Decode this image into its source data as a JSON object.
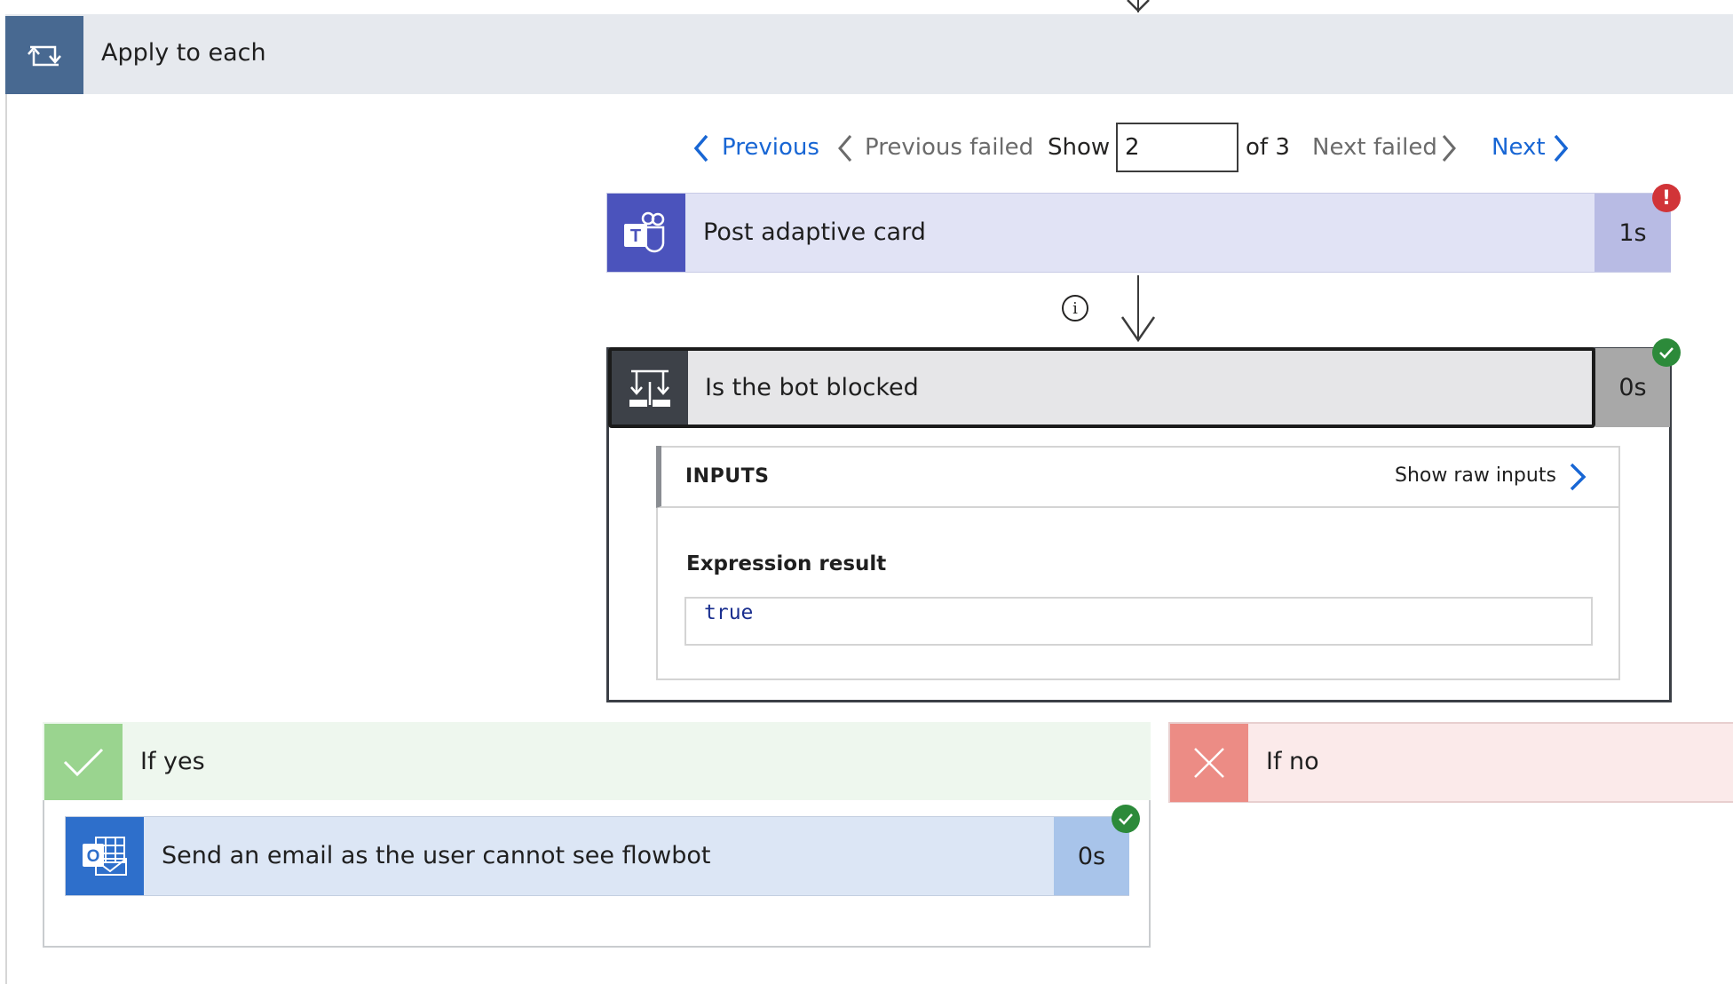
{
  "apply_to_each": {
    "title": "Apply to each",
    "icon": "loop-icon",
    "accent": "#486991"
  },
  "pager": {
    "previous": "Previous",
    "previous_failed": "Previous failed",
    "show": "Show",
    "current": "2",
    "of_total": "of 3",
    "next_failed": "Next failed",
    "next": "Next"
  },
  "post_card": {
    "title": "Post adaptive card",
    "duration": "1s",
    "icon": "teams-icon",
    "status": "failed",
    "accent": "#4b53bc"
  },
  "connector_info": "i",
  "condition": {
    "title": "Is the bot blocked",
    "duration": "0s",
    "icon": "condition-icon",
    "status": "succeeded",
    "inputs_label": "INPUTS",
    "show_raw": "Show raw inputs",
    "expression_label": "Expression result",
    "expression_value": "true"
  },
  "if_yes": {
    "title": "If yes",
    "icon": "check-icon",
    "action": {
      "title": "Send an email as the user cannot see flowbot",
      "duration": "0s",
      "icon": "outlook-icon",
      "status": "succeeded"
    }
  },
  "if_no": {
    "title": "If no",
    "icon": "close-icon"
  },
  "colors": {
    "link": "#1866d4",
    "error": "#d13438",
    "success": "#2c8a3a"
  }
}
